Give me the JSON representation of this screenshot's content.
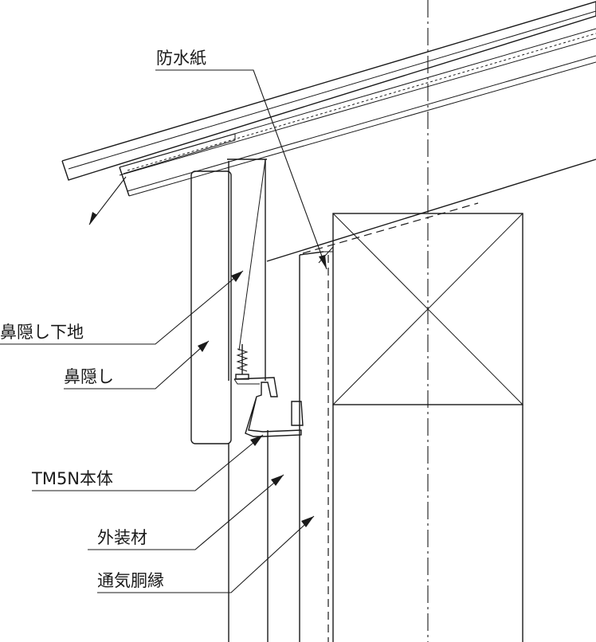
{
  "labels": {
    "waterproof_paper": "防水紙",
    "fascia_base": "鼻隠し下地",
    "fascia": "鼻隠し",
    "tm5n_body": "TM5N本体",
    "exterior_material": "外装材",
    "ventilation_furring": "通気胴縁"
  },
  "colors": {
    "line": "#1a1a1a",
    "background": "#ffffff"
  }
}
